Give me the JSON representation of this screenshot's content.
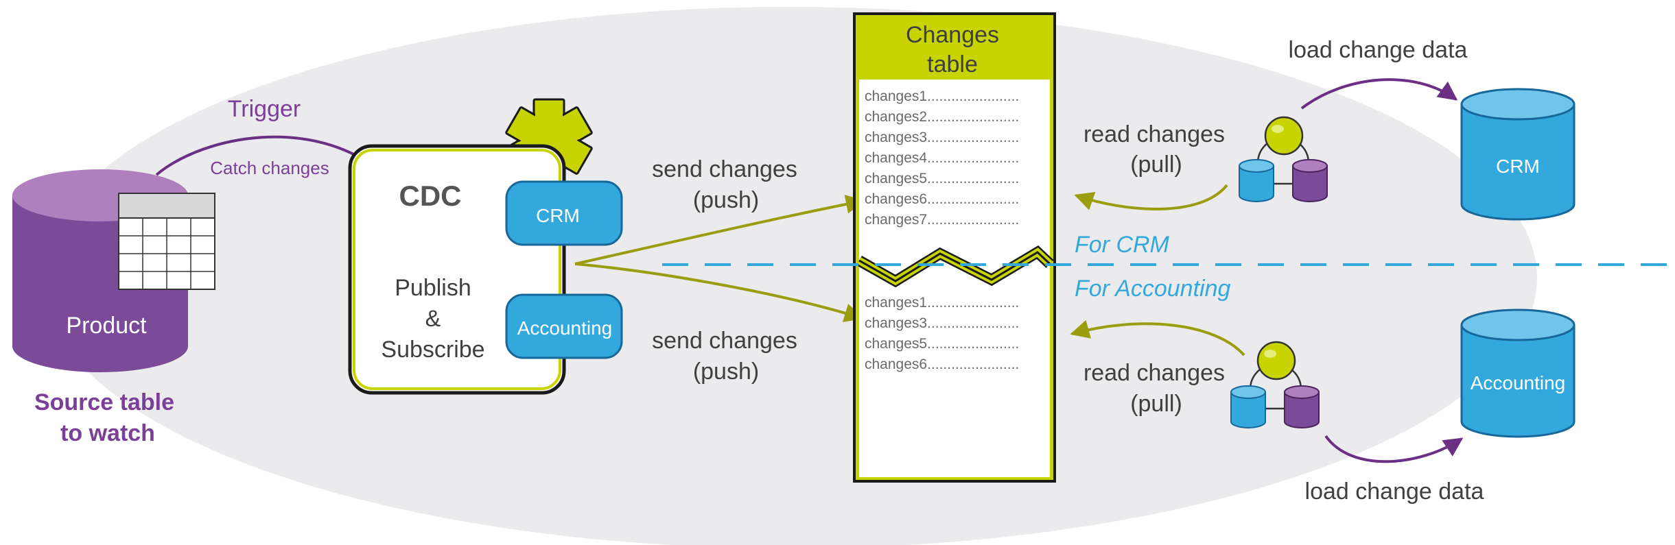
{
  "colors": {
    "purple": "#7b4a98",
    "purple_light": "#b07fbd",
    "purple_text": "#7b3f99",
    "cyan": "#32a8dc",
    "cyan_dark": "#17679a",
    "lime": "#c8d400",
    "olive": "#9a9d10",
    "oval": "#ebebed",
    "dark_text": "#3f3f3f",
    "gray_text": "#6a6a6a"
  },
  "source": {
    "db_label": "Product",
    "trigger_label": "Trigger",
    "catch_label": "Catch changes",
    "caption_line1": "Source table",
    "caption_line2": "to watch"
  },
  "cdc": {
    "title": "CDC",
    "line1": "Publish",
    "line2": "&",
    "line3": "Subscribe",
    "tag_crm": "CRM",
    "tag_accounting": "Accounting"
  },
  "push": {
    "top_line1": "send changes",
    "top_line2": "(push)",
    "bottom_line1": "send changes",
    "bottom_line2": "(push)"
  },
  "changes_table": {
    "title_line1": "Changes",
    "title_line2": "table",
    "crm_rows": [
      "changes1",
      "changes2",
      "changes3",
      "changes4",
      "changes5",
      "changes6",
      "changes7"
    ],
    "accounting_rows": [
      "changes1",
      "changes3",
      "changes5",
      "changes6"
    ]
  },
  "divider": {
    "crm_label": "For CRM",
    "accounting_label": "For Accounting"
  },
  "pull": {
    "top_line1": "read changes",
    "top_line2": "(pull)",
    "bottom_line1": "read changes",
    "bottom_line2": "(pull)"
  },
  "targets": {
    "crm_label": "CRM",
    "accounting_label": "Accounting",
    "load_top": "load change data",
    "load_bottom": "load change data"
  }
}
